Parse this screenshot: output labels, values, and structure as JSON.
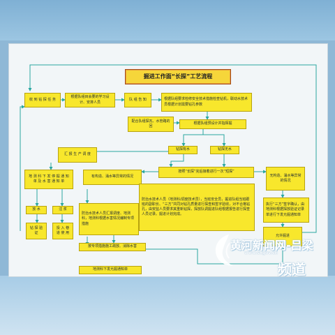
{
  "title": "掘进工作面“长探”工艺流程",
  "nodes": {
    "n1": "收 到 钻 探 任 务",
    "n2": "根据队组目会要的学习设计、安排人员",
    "n3": "队 组 告 知",
    "n4": "根据队组要求检修安全技术措施检查钻机，联动水技术员根据计划需要钻孔参数",
    "n5": "配合队组探瓦、水管路的回",
    "n6": "根据队组预设计并指挥掘",
    "n7": "汇 报 生 产 调 度",
    "n8": "钻探有水",
    "n9": "钻探无水",
    "n10": "按照“长探”完后接着进行一次“短探”",
    "n11": "有构造、涌水等异常的情况",
    "n12": "地 测 科 下 发 停 掘 通 知 单 及 水 害 通 知 单",
    "n13": "防治水技术人员（地测科/调度技术员），当班安全员，掘进队组当班跟班的副职长、“三方”共同对钻孔质量进行探查和签字验收，对不合格钻孔，由安监人员要求其重新钻探，探放队调掘进队组根据报告进行探查人员记录。掘进计划完成。",
    "n14": "无构造、涌水等异常的情况",
    "n15": "防治水技术人员汇报调度、地测科，地测科根据水害情况编制专项措施",
    "n16": "执行“三方”签字确认，由地测科根据探放验证记录单进行下发允掘通知单",
    "n17": "放 水",
    "n18": "注 浆",
    "n19": "钻 探 验 证",
    "n20": "投 入 巷 道 使 用",
    "n21": "按专项措施施工疏放、消除水害",
    "n22": "地测科下发允掘通知单",
    "n23": "允许掘进"
  },
  "watermark": {
    "main": "黄河新闻网-吕梁",
    "url": "www.sxgov.cn",
    "sub": "频道"
  },
  "colors": {
    "box_fill": "#f8e72c",
    "title_fill": "#f6d63a",
    "connector": "#2aa7a0",
    "panel": "#f2f6f8",
    "background": "#8fb8d6"
  }
}
